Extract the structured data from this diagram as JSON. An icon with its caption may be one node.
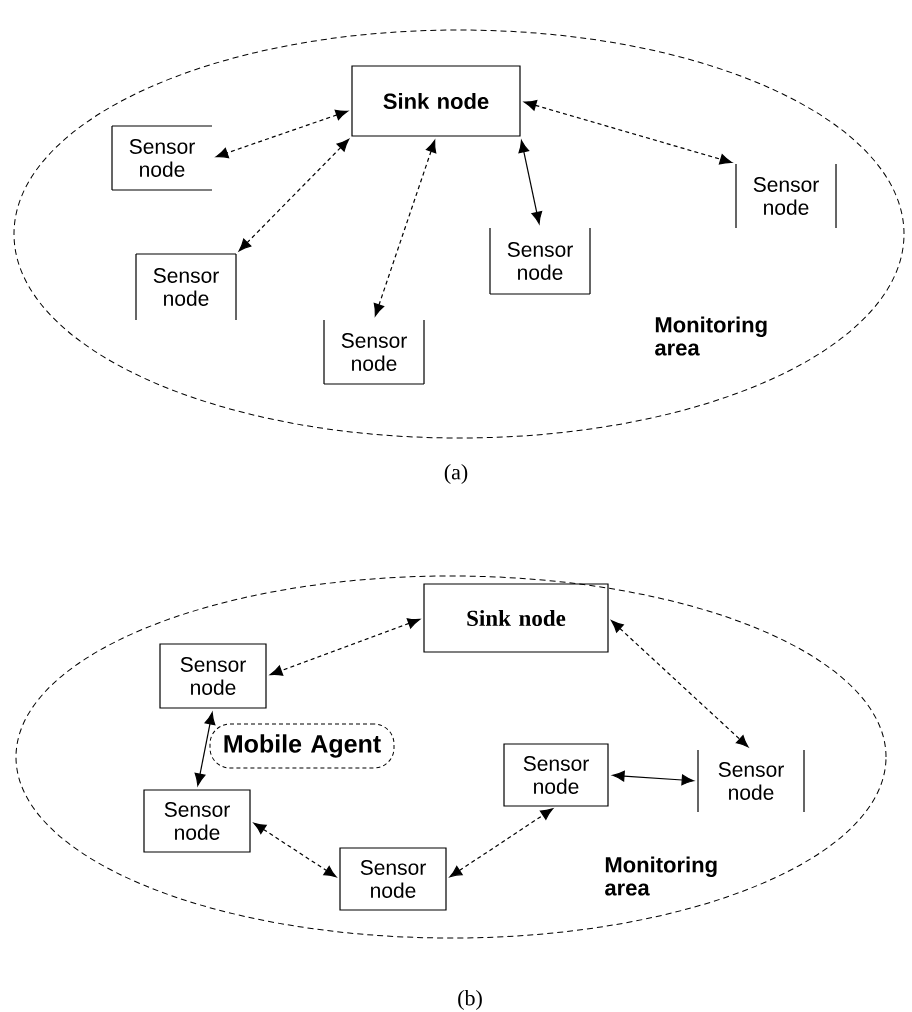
{
  "diagram": {
    "nodes": [
      {
        "text": [
          "Monitoring area"
        ]
      },
      {
        "text": [
          "Sink node"
        ],
        "in": 0
      },
      {
        "text": [
          "Sensor node"
        ],
        "in": 0
      },
      {
        "text": [
          "Sensor node"
        ],
        "in": 0
      },
      {
        "text": [
          "Sensor node"
        ],
        "in": 0
      },
      {
        "text": [
          "Sensor node"
        ],
        "in": 0
      },
      {
        "text": [
          "Sensor node"
        ],
        "in": 0
      },
      {
        "text": [
          "Monitoring area"
        ]
      },
      {
        "text": [
          "Sink node"
        ],
        "in": 7
      },
      {
        "text": [
          "Sensor node"
        ],
        "in": 7
      },
      {
        "text": [
          "Mobile Agent"
        ],
        "in": 7
      },
      {
        "text": [
          "Sensor node"
        ],
        "in": 7
      },
      {
        "text": [
          "Sensor node"
        ],
        "in": 7
      },
      {
        "text": [
          "Sensor node"
        ],
        "in": 7
      },
      {
        "text": [
          "Sensor node"
        ],
        "in": 7
      }
    ],
    "edges": [
      {
        "from": 1,
        "to": 2,
        "arrow": "both",
        "style": "dashed"
      },
      {
        "from": 1,
        "to": 5,
        "arrow": "both",
        "style": "dashed"
      },
      {
        "from": 1,
        "to": 6,
        "arrow": "both",
        "style": "dashed"
      },
      {
        "from": 1,
        "to": 4,
        "arrow": "both"
      },
      {
        "from": 1,
        "to": 3,
        "arrow": "both",
        "style": "dashed"
      },
      {
        "from": 8,
        "to": 9,
        "arrow": "both",
        "style": "dashed"
      },
      {
        "from": 8,
        "to": 12,
        "arrow": "both",
        "style": "dashed"
      },
      {
        "from": 9,
        "to": 13,
        "arrow": "both"
      },
      {
        "from": 13,
        "to": 14,
        "arrow": "both",
        "style": "dashed"
      },
      {
        "from": 14,
        "to": 11,
        "arrow": "both",
        "style": "dashed"
      },
      {
        "from": 11,
        "to": 12,
        "arrow": "both"
      }
    ],
    "labels": [
      "(a)",
      "(b)"
    ]
  }
}
